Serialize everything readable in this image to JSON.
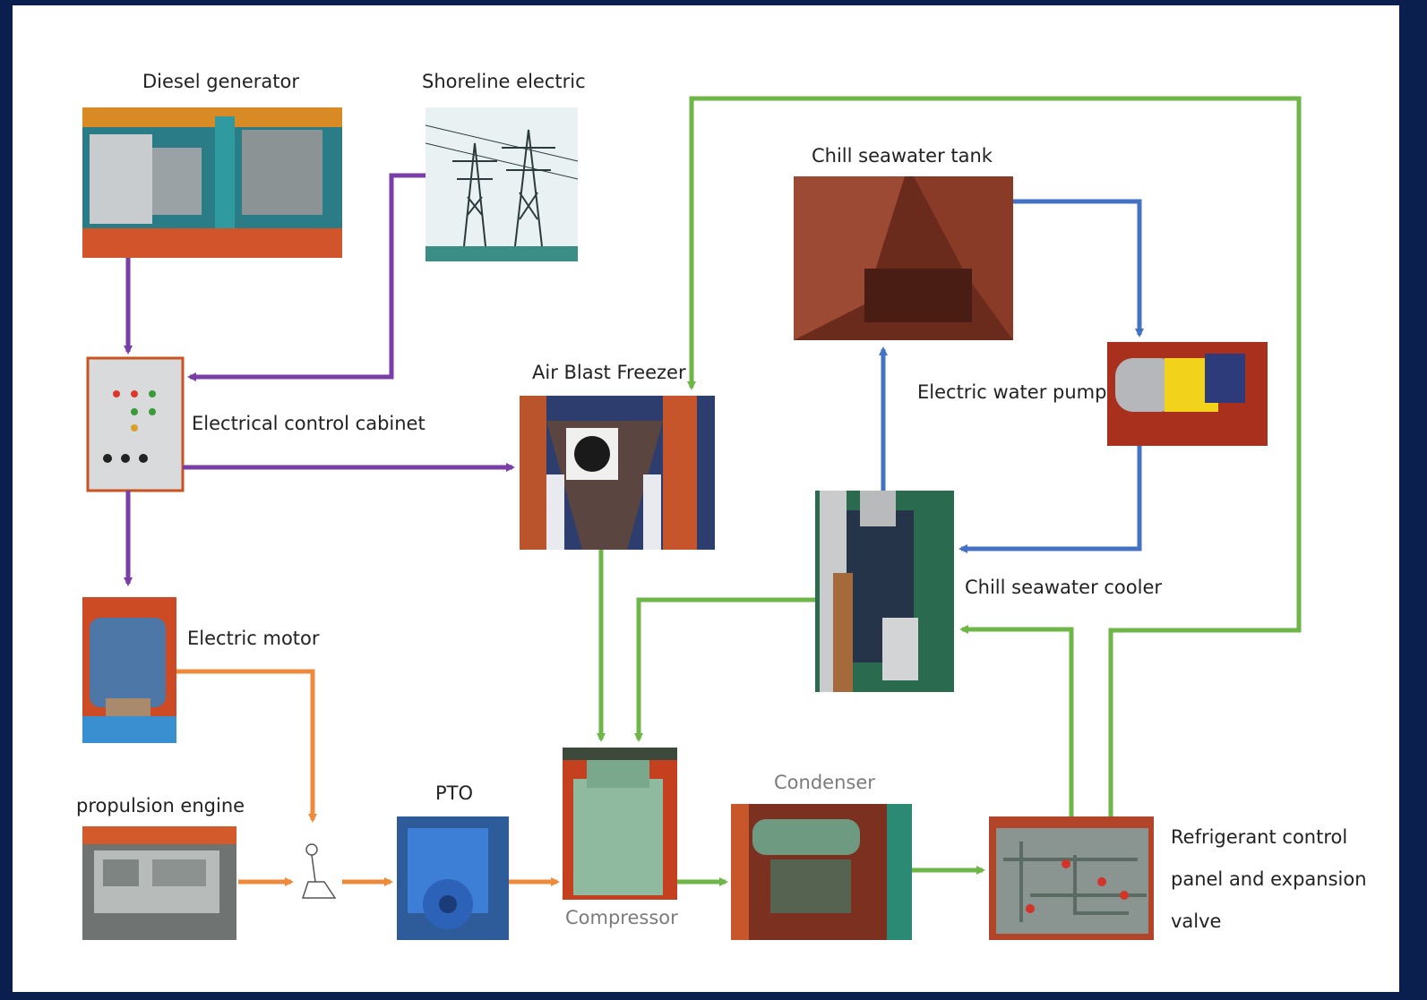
{
  "labels": {
    "diesel_generator": "Diesel generator",
    "shoreline_electric": "Shoreline electric",
    "chill_seawater_tank": "Chill seawater tank",
    "air_blast_freezer": "Air Blast Freezer",
    "electrical_control_cabinet": "Electrical control cabinet",
    "electric_water_pump": "Electric water pump",
    "chill_seawater_cooler": "Chill seawater cooler",
    "electric_motor": "Electric motor",
    "propulsion_engine": "propulsion engine",
    "pto": "PTO",
    "condenser": "Condenser",
    "compressor": "Compressor",
    "refrigerant_line1": "Refrigerant control",
    "refrigerant_line2": "panel and expansion",
    "refrigerant_line3": "valve"
  },
  "colors": {
    "background": "#0b1f4e",
    "electric_flow": "#7a3fa6",
    "mechanical_flow": "#ee8a3c",
    "refrigerant_flow": "#6fb648",
    "seawater_flow": "#4472c4"
  }
}
